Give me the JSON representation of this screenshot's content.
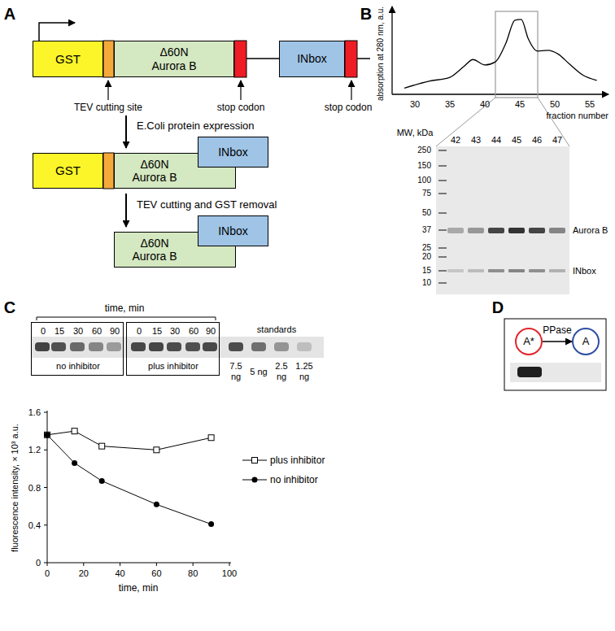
{
  "diagram": {
    "nodes": [
      {
        "text": [
          "GST"
        ]
      },
      {
        "text": [
          "Δ60N Aurora B"
        ]
      },
      {
        "text": [
          "INbox"
        ]
      },
      {
        "text": [
          "GST"
        ]
      },
      {
        "text": [
          "Δ60N Aurora B"
        ]
      },
      {
        "text": [
          "INbox"
        ]
      },
      {
        "text": [
          "Δ60N Aurora B"
        ]
      },
      {
        "text": [
          "INbox"
        ]
      },
      {
        "text": [
          "0",
          "15",
          "30",
          "60",
          "90",
          "no inhibitor"
        ]
      },
      {
        "text": [
          "0",
          "15",
          "30",
          "60",
          "90",
          "plus inhibitor"
        ]
      },
      {
        "text": [
          "A*"
        ]
      },
      {
        "text": [
          "A"
        ]
      }
    ],
    "edges": [
      {
        "from": 10,
        "to": 11,
        "arrow": "to",
        "label": "PPase"
      }
    ],
    "labels": [
      "A",
      "TEV cutting site",
      "stop codon",
      "stop codon",
      "E.Coli protein expression",
      "TEV cutting and GST removal",
      "B",
      "absorption at 280 nm, a.u.",
      "30",
      "35",
      "40",
      "45",
      "50",
      "55",
      "fraction number",
      "MW, kDa",
      "42",
      "43",
      "44",
      "45",
      "46",
      "47",
      "250",
      "150",
      "100",
      "75",
      "50",
      "37",
      "25",
      "20",
      "15",
      "10",
      "Aurora B",
      "INbox",
      "C",
      "time, min",
      "standards",
      "7.5 ng",
      "5 ng",
      "2.5 ng",
      "1.25 ng",
      "fluorescence intensity, × 10³ a.u.",
      "0",
      "0.4",
      "0.8",
      "1.2",
      "1.6",
      "0",
      "20",
      "40",
      "60",
      "80",
      "100",
      "time, min",
      "D"
    ],
    "legend": [
      {
        "text": "plus inhibitor"
      },
      {
        "text": "no inhibitor"
      }
    ]
  }
}
